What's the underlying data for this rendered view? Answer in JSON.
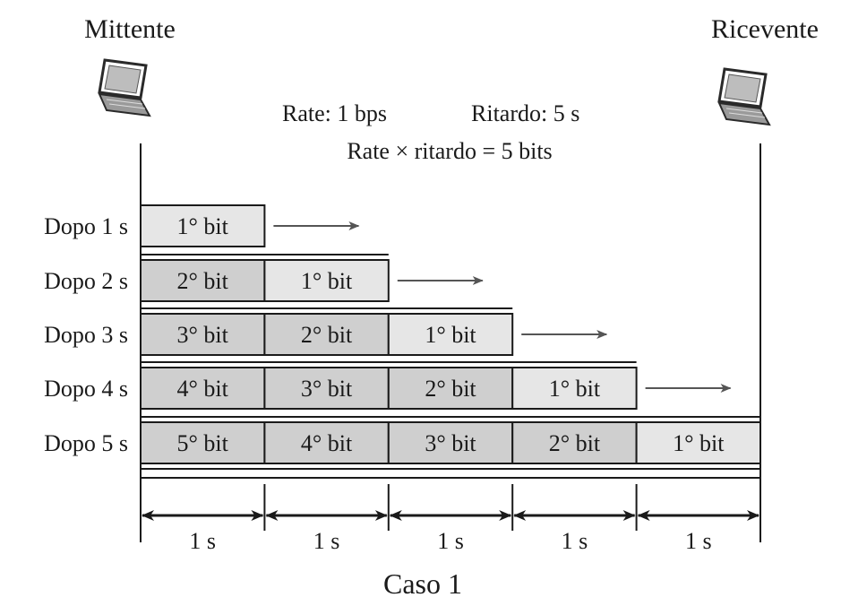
{
  "sender": {
    "label": "Mittente",
    "icon": "laptop-icon"
  },
  "receiver": {
    "label": "Ricevente",
    "icon": "laptop-icon"
  },
  "params": {
    "rate": "Rate: 1 bps",
    "delay": "Ritardo: 5 s",
    "product": "Rate × ritardo = 5 bits"
  },
  "rows": [
    {
      "label": "Dopo 1 s",
      "cells": [
        "1° bit"
      ]
    },
    {
      "label": "Dopo 2 s",
      "cells": [
        "2° bit",
        "1° bit"
      ]
    },
    {
      "label": "Dopo 3 s",
      "cells": [
        "3° bit",
        "2° bit",
        "1° bit"
      ]
    },
    {
      "label": "Dopo 4 s",
      "cells": [
        "4° bit",
        "3° bit",
        "2° bit",
        "1° bit"
      ]
    },
    {
      "label": "Dopo 5 s",
      "cells": [
        "5° bit",
        "4° bit",
        "3° bit",
        "2° bit",
        "1° bit"
      ]
    }
  ],
  "intervals": [
    "1 s",
    "1 s",
    "1 s",
    "1 s",
    "1 s"
  ],
  "caption": "Caso 1",
  "colors": {
    "cell_new": "#e6e6e6",
    "cell_old": "#cfcfcf",
    "stroke": "#1a1a1a",
    "arrow": "#555555"
  }
}
